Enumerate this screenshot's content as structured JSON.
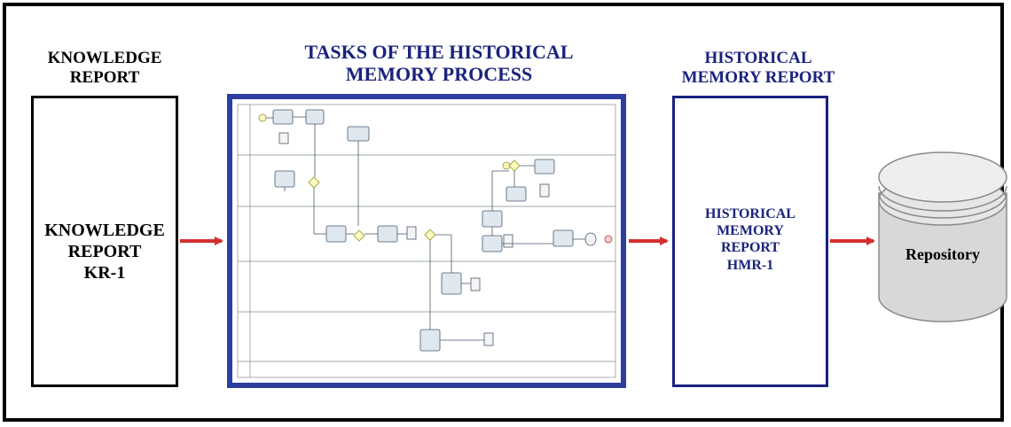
{
  "headers": {
    "knowledge": [
      "KNOWLEDGE",
      "REPORT"
    ],
    "tasks": [
      "TASKS OF THE HISTORICAL",
      "MEMORY PROCESS"
    ],
    "historical": [
      "HISTORICAL",
      "MEMORY REPORT"
    ]
  },
  "knowledge_box": [
    "KNOWLEDGE",
    "REPORT",
    "KR-1"
  ],
  "historical_box": [
    "HISTORICAL",
    "MEMORY",
    "REPORT",
    "HMR-1"
  ],
  "repository_label": "Repository",
  "colors": {
    "navy": "#1a237e",
    "arrow_red": "#d32f2f",
    "black": "#000000",
    "thumb_blue": "#2c3e9e"
  }
}
